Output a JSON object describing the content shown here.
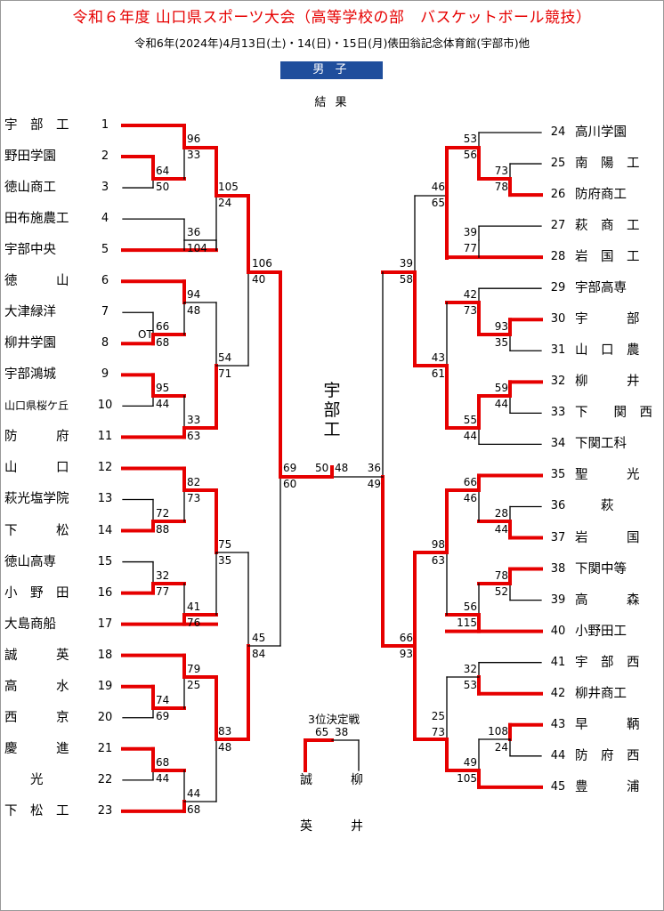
{
  "title": "令和６年度 山口県スポーツ大会（高等学校の部　バスケットボール競技）",
  "subtitle": "令和6年(2024年)4月13日(土)・14(日)・15日(月)俵田翁記念体育館(宇部市)他",
  "category": "男 子",
  "results_label": "結 果",
  "champion": "宇部工",
  "left_teams": [
    {
      "no": "1",
      "name": "宇　部　工"
    },
    {
      "no": "2",
      "name": "野田学園"
    },
    {
      "no": "3",
      "name": "徳山商工"
    },
    {
      "no": "4",
      "name": "田布施農工"
    },
    {
      "no": "5",
      "name": "宇部中央"
    },
    {
      "no": "6",
      "name": "徳　　　山"
    },
    {
      "no": "7",
      "name": "大津緑洋"
    },
    {
      "no": "8",
      "name": "柳井学園"
    },
    {
      "no": "9",
      "name": "宇部鴻城"
    },
    {
      "no": "10",
      "name": "山口県桜ケ丘"
    },
    {
      "no": "11",
      "name": "防　　　府"
    },
    {
      "no": "12",
      "name": "山　　　口"
    },
    {
      "no": "13",
      "name": "萩光塩学院"
    },
    {
      "no": "14",
      "name": "下　　　松"
    },
    {
      "no": "15",
      "name": "徳山高専"
    },
    {
      "no": "16",
      "name": "小　野　田"
    },
    {
      "no": "17",
      "name": "大島商船"
    },
    {
      "no": "18",
      "name": "誠　　　英"
    },
    {
      "no": "19",
      "name": "高　　　水"
    },
    {
      "no": "20",
      "name": "西　　　京"
    },
    {
      "no": "21",
      "name": "慶　　　進"
    },
    {
      "no": "22",
      "name": "　　光"
    },
    {
      "no": "23",
      "name": "下　松　工"
    }
  ],
  "right_teams": [
    {
      "no": "24",
      "name": "高川学園"
    },
    {
      "no": "25",
      "name": "南　陽　工"
    },
    {
      "no": "26",
      "name": "防府商工"
    },
    {
      "no": "27",
      "name": "萩　商　工"
    },
    {
      "no": "28",
      "name": "岩　国　工"
    },
    {
      "no": "29",
      "name": "宇部高専"
    },
    {
      "no": "30",
      "name": "宇　　　部"
    },
    {
      "no": "31",
      "name": "山　口　農"
    },
    {
      "no": "32",
      "name": "柳　　　井"
    },
    {
      "no": "33",
      "name": "下　　関　西"
    },
    {
      "no": "34",
      "name": "下関工科"
    },
    {
      "no": "35",
      "name": "聖　　　光"
    },
    {
      "no": "36",
      "name": "　　萩"
    },
    {
      "no": "37",
      "name": "岩　　　国"
    },
    {
      "no": "38",
      "name": "下関中等"
    },
    {
      "no": "39",
      "name": "高　　　森"
    },
    {
      "no": "40",
      "name": "小野田工"
    },
    {
      "no": "41",
      "name": "宇　部　西"
    },
    {
      "no": "42",
      "name": "柳井商工"
    },
    {
      "no": "43",
      "name": "早　　　鞆"
    },
    {
      "no": "44",
      "name": "防　府　西"
    },
    {
      "no": "45",
      "name": "豊　　　浦"
    }
  ],
  "scores": {
    "L_1v2": "96",
    "L_2_v_winner": "33",
    "L_2v3_top": "64",
    "L_2v3_bot": "50",
    "L_r2a_top": "105",
    "L_r2a_bot": "24",
    "L_4v5_top": "36",
    "L_4v5_bot": "104",
    "L_qf_a_top": "106",
    "L_qf_a_bot": "40",
    "L_6_top": "94",
    "L_6_bot": "48",
    "L_7v8_top": "66",
    "L_7v8_bot": "68",
    "L_7v8_ot": "OT",
    "L_r2b_top": "54",
    "L_r2b_bot": "71",
    "L_9v10_top": "95",
    "L_9v10_bot": "44",
    "L_11_top": "33",
    "L_11_bot": "63",
    "L_sf_top": "69",
    "L_sf_bot": "60",
    "L_12_top": "82",
    "L_12_bot": "73",
    "L_13v14_top": "72",
    "L_13v14_bot": "88",
    "L_r2c_top": "75",
    "L_r2c_bot": "35",
    "L_15v16_top": "32",
    "L_15v16_bot": "77",
    "L_17_top": "41",
    "L_17_bot": "76",
    "L_qf_b_top": "45",
    "L_qf_b_bot": "84",
    "L_18_top": "79",
    "L_18_bot": "25",
    "L_19v20_top": "74",
    "L_19v20_bot": "69",
    "L_r2d_top": "83",
    "L_r2d_bot": "48",
    "L_21v22_top": "68",
    "L_21v22_bot": "44",
    "L_23_top": "44",
    "L_23_bot": "68",
    "final_left": "50",
    "final_right": "48",
    "R_24_top": "53",
    "R_24_bot": "56",
    "R_25v26_top": "73",
    "R_25v26_bot": "78",
    "R_r2a_top": "46",
    "R_r2a_bot": "65",
    "R_27v28_top": "39",
    "R_27v28_bot": "77",
    "R_qf_a_top": "39",
    "R_qf_a_bot": "58",
    "R_29_top": "42",
    "R_29_bot": "73",
    "R_30v31_top": "93",
    "R_30v31_bot": "35",
    "R_r2b_top": "43",
    "R_r2b_bot": "61",
    "R_32v33_top": "59",
    "R_32v33_bot": "44",
    "R_34_top": "55",
    "R_34_bot": "44",
    "R_sf_top": "36",
    "R_sf_bot": "49",
    "R_35_top": "66",
    "R_35_bot": "46",
    "R_36v37_top": "28",
    "R_36v37_bot": "44",
    "R_r2c_top": "98",
    "R_r2c_bot": "63",
    "R_38v39_top": "78",
    "R_38v39_bot": "52",
    "R_40_top": "56",
    "R_40_bot": "115",
    "R_qf_b_top": "66",
    "R_qf_b_bot": "93",
    "R_41v42_top": "32",
    "R_41v42_bot": "53",
    "R_r2d_top": "25",
    "R_r2d_bot": "73",
    "R_43v44_top": "108",
    "R_43v44_bot": "24",
    "R_45_top": "49",
    "R_45_bot": "105"
  },
  "third_place": {
    "label": "3位決定戦",
    "left_score": "65",
    "right_score": "38",
    "left_team_top": "誠",
    "left_team_bottom": "英",
    "right_team_top": "柳",
    "right_team_bottom": "井"
  },
  "colors": {
    "win": "#e60000",
    "line": "#000000",
    "title": "#e60000",
    "category_bg": "#1f4e9c"
  }
}
